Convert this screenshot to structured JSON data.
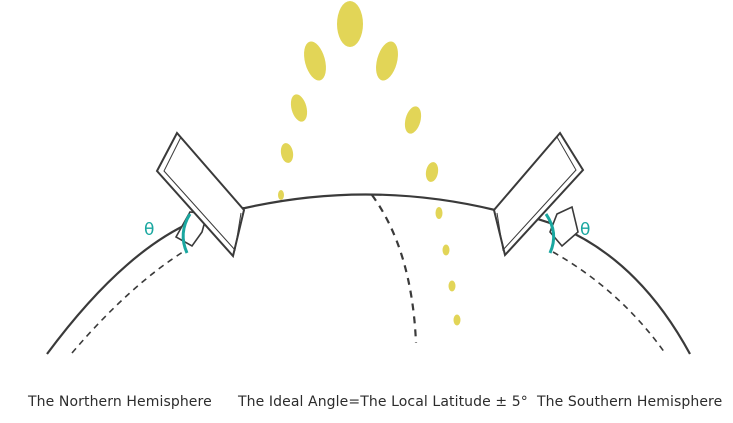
{
  "captions": {
    "north": "The Northern Hemisphere",
    "ideal": "The Ideal Angle=The Local Latitude ± 5°",
    "south": "The Southern Hemisphere"
  },
  "angle_symbol": "θ",
  "colors": {
    "line": "#3a3a3a",
    "sun": "#e2d557",
    "angle": "#1aa7a0",
    "panel_fill": "#ffffff"
  }
}
